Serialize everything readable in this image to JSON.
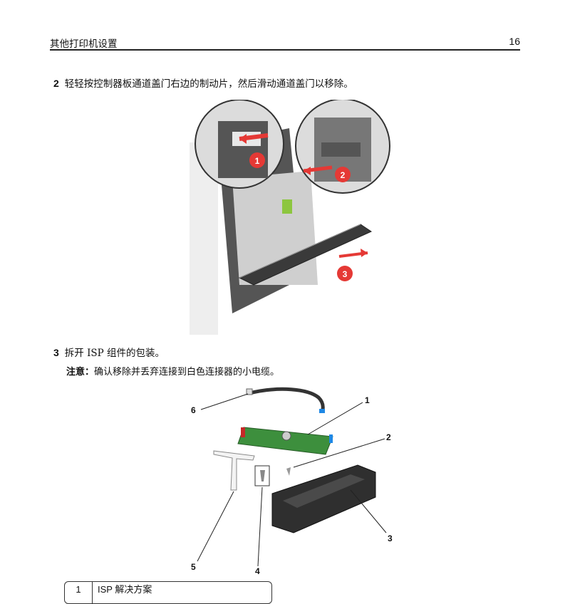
{
  "header": {
    "title": "其他打印机设置",
    "page_number": "16"
  },
  "step2": {
    "number": "2",
    "text": "轻轻按控制器板通道盖门右边的制动片，然后滑动通道盖门以移除。"
  },
  "figure1": {
    "callouts": [
      "1",
      "2",
      "3"
    ]
  },
  "step3": {
    "number": "3",
    "text": "拆开 ISP 组件的包装。"
  },
  "note": {
    "label": "注意：",
    "text": "确认移除并丢弃连接到白色连接器的小电缆。"
  },
  "figure2": {
    "callouts": [
      "1",
      "2",
      "3",
      "4",
      "5",
      "6"
    ]
  },
  "parts_table": {
    "rows": [
      {
        "number": "1",
        "text": "ISP 解决方案"
      }
    ]
  }
}
